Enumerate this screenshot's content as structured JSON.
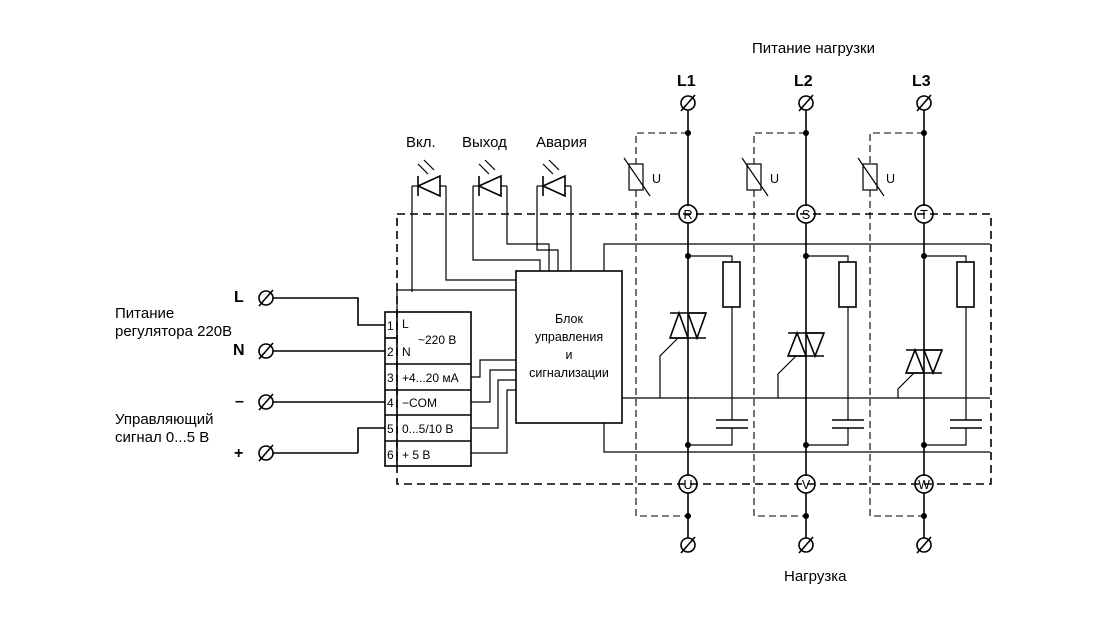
{
  "labels": {
    "load_supply": "Питание нагрузки",
    "load": "Нагрузка",
    "regulator_supply_line1": "Питание",
    "regulator_supply_line2": "регулятора 220В",
    "control_signal_line1": "Управляющий",
    "control_signal_line2": "сигнал 0...5 В",
    "led_on": "Вкл.",
    "led_out": "Выход",
    "led_alarm": "Авария",
    "block_line1": "Блок",
    "block_line2": "управления",
    "block_line3": "и",
    "block_line4": "сигнализации",
    "voltage_220": "~220 В",
    "varistor_u": "U"
  },
  "phases": [
    {
      "name": "L1",
      "in_terminal": "R",
      "out_terminal": "U"
    },
    {
      "name": "L2",
      "in_terminal": "S",
      "out_terminal": "V"
    },
    {
      "name": "L3",
      "in_terminal": "T",
      "out_terminal": "W"
    }
  ],
  "inputs": [
    {
      "sign": "L"
    },
    {
      "sign": "N"
    },
    {
      "sign": "–"
    },
    {
      "sign": "+"
    }
  ],
  "terminal_block": [
    {
      "num": "1",
      "label": "L"
    },
    {
      "num": "2",
      "label": "N"
    },
    {
      "num": "3",
      "label": "+4...20 мА"
    },
    {
      "num": "4",
      "label": "−COM"
    },
    {
      "num": "5",
      "label": "0...5/10 В"
    },
    {
      "num": "6",
      "label": "+  5 В"
    }
  ]
}
